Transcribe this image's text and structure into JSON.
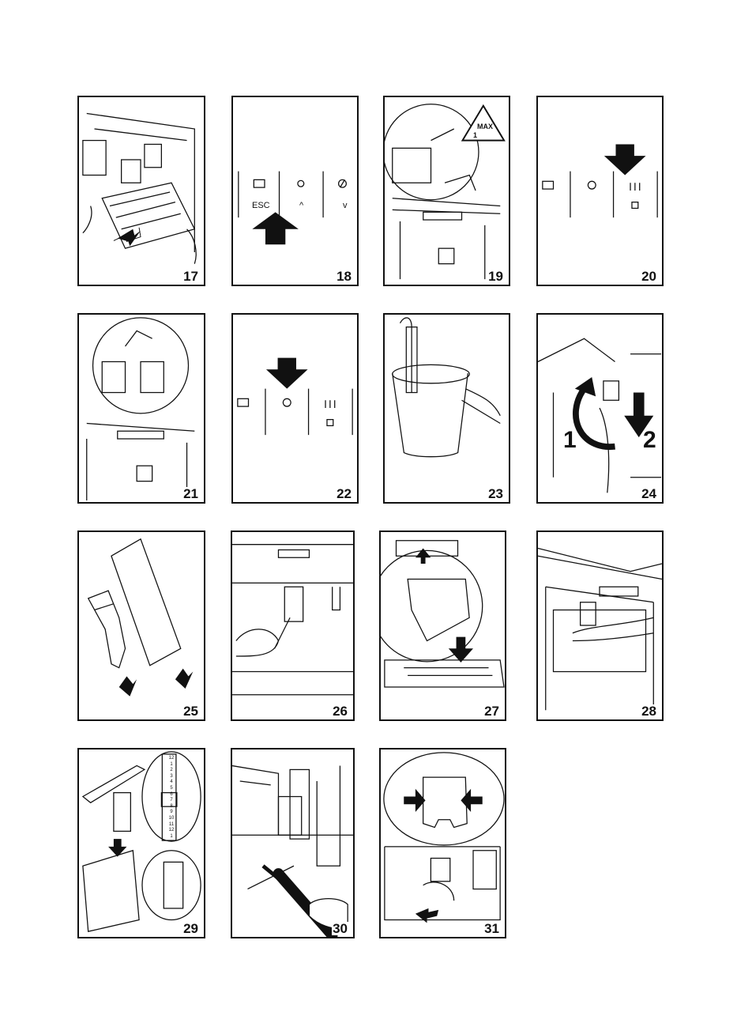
{
  "figures": [
    {
      "id": "17",
      "label": "17"
    },
    {
      "id": "18",
      "label": "18"
    },
    {
      "id": "19",
      "label": "19"
    },
    {
      "id": "20",
      "label": "20"
    },
    {
      "id": "21",
      "label": "21"
    },
    {
      "id": "22",
      "label": "22"
    },
    {
      "id": "23",
      "label": "23"
    },
    {
      "id": "24",
      "label": "24"
    },
    {
      "id": "25",
      "label": "25"
    },
    {
      "id": "26",
      "label": "26"
    },
    {
      "id": "27",
      "label": "27"
    },
    {
      "id": "28",
      "label": "28"
    },
    {
      "id": "29",
      "label": "29"
    },
    {
      "id": "30",
      "label": "30"
    },
    {
      "id": "31",
      "label": "31"
    }
  ],
  "fig18": {
    "esc_label": "ESC",
    "up_label": "^",
    "down_label": "v"
  },
  "fig19": {
    "max_label": "MAX",
    "one_label": "1"
  },
  "fig24": {
    "step1_label": "1",
    "step2_label": "2"
  },
  "fig29": {
    "scale": [
      "12",
      "1",
      "2",
      "3",
      "4",
      "5",
      "6",
      "7",
      "8",
      "9",
      "10",
      "11",
      "12",
      "1"
    ]
  }
}
